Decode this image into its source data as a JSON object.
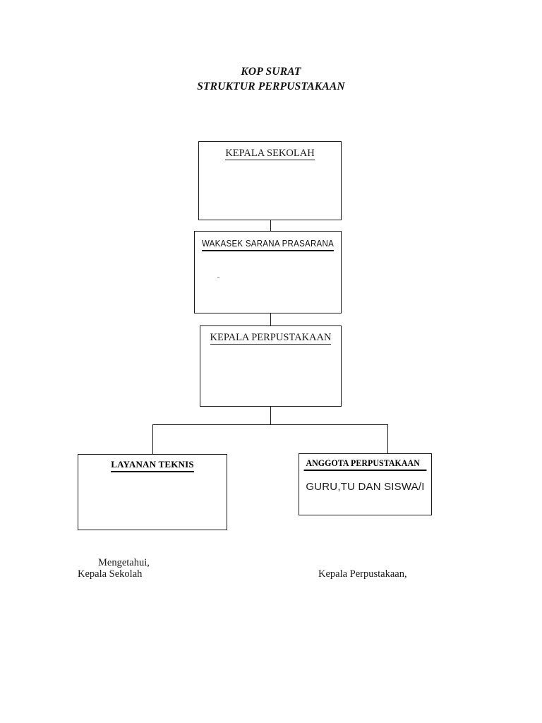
{
  "document": {
    "title_line1": "KOP SURAT",
    "title_line2": "STRUKTUR PERPUSTAKAAN"
  },
  "chart": {
    "type": "org-chart",
    "nodes": [
      {
        "id": "kepala-sekolah",
        "label": "KEPALA SEKOLAH",
        "level": 1,
        "body": ""
      },
      {
        "id": "wakasek-sarana-prasarana",
        "label": "WAKASEK SARANA PRASARANA",
        "level": 2,
        "body": ""
      },
      {
        "id": "kepala-perpustakaan",
        "label": "KEPALA PERPUSTAKAAN",
        "level": 3,
        "body": ""
      },
      {
        "id": "layanan-teknis",
        "label": "LAYANAN TEKNIS",
        "level": 4,
        "body": ""
      },
      {
        "id": "anggota-perpustakaan",
        "label": "ANGGOTA PERPUSTAKAAN",
        "level": 4,
        "body": "GURU,TU DAN SISWA/I"
      }
    ],
    "edges": [
      {
        "from": "kepala-sekolah",
        "to": "wakasek-sarana-prasarana"
      },
      {
        "from": "wakasek-sarana-prasarana",
        "to": "kepala-perpustakaan"
      },
      {
        "from": "kepala-perpustakaan",
        "to": "layanan-teknis"
      },
      {
        "from": "kepala-perpustakaan",
        "to": "anggota-perpustakaan"
      }
    ]
  },
  "signatures": {
    "left": {
      "line1": "Mengetahui,",
      "line2": "Kepala Sekolah"
    },
    "right": {
      "line1": "Kepala Perpustakaan,"
    }
  },
  "colors": {
    "page_background": "#ffffff",
    "ink": "#1a1a1a",
    "box_border": "#1a1a1a"
  }
}
